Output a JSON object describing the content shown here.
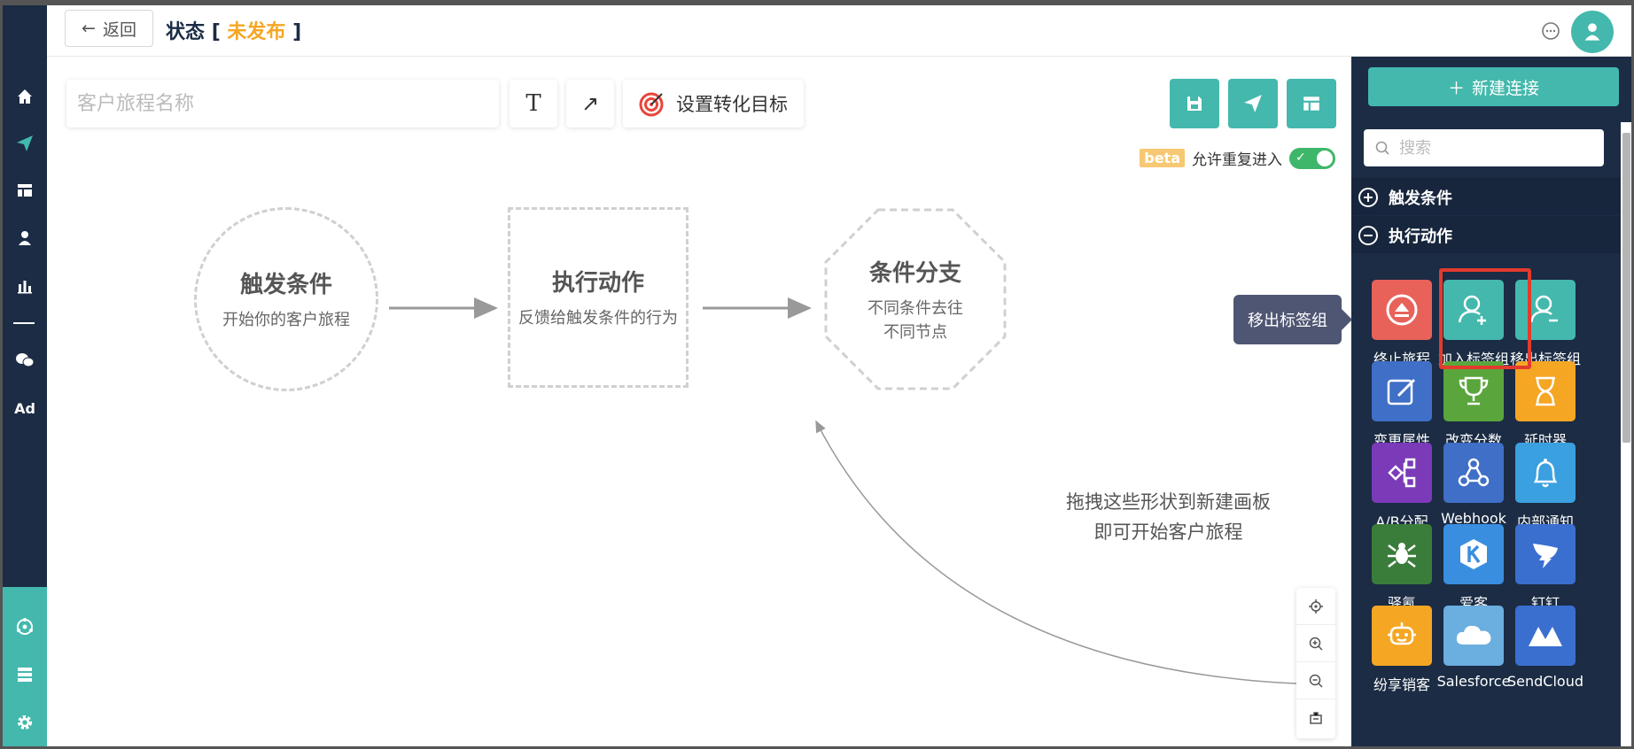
{
  "header": {
    "back_label": "返回",
    "status_label": "状态",
    "bracket_open": "[",
    "status_value": "未发布",
    "bracket_close": "]"
  },
  "sidebar": {
    "icons": [
      "home-icon",
      "send-icon",
      "layout-icon",
      "user-icon",
      "bar-chart-icon",
      "wechat-icon",
      "ad-icon",
      "network-icon",
      "server-icon",
      "gear-icon"
    ],
    "ad_label": "Ad"
  },
  "toolbar": {
    "name_placeholder": "客户旅程名称",
    "text_tool": "T",
    "arrow_tool": "↗",
    "goal_label": "设置转化目标",
    "beta": "beta",
    "repeat_label": "允许重复进入",
    "repeat_enabled": true
  },
  "canvas": {
    "trigger_title": "触发条件",
    "trigger_sub": "开始你的客户旅程",
    "action_title": "执行动作",
    "action_sub": "反馈给触发条件的行为",
    "branch_title": "条件分支",
    "branch_sub1": "不同条件去往",
    "branch_sub2": "不同节点",
    "hint_line1": "拖拽这些形状到新建画板",
    "hint_line2": "即可开始客户旅程"
  },
  "panel": {
    "new_connection": "新建连接",
    "search_placeholder": "搜索",
    "cat_trigger": "触发条件",
    "cat_action": "执行动作",
    "tooltip": "移出标签组",
    "tiles": [
      {
        "label": "终止旅程",
        "color": "#e8625a",
        "icon": "eject-icon"
      },
      {
        "label": "加入标签组",
        "color": "#44b8ac",
        "icon": "user-plus-icon"
      },
      {
        "label": "移出标签组",
        "color": "#44b8ac",
        "icon": "user-minus-icon"
      },
      {
        "label": "变更属性",
        "color": "#3f6fc6",
        "icon": "edit-icon"
      },
      {
        "label": "改变分数",
        "color": "#5aa63c",
        "icon": "trophy-icon"
      },
      {
        "label": "延时器",
        "color": "#f5a623",
        "icon": "hourglass-icon"
      },
      {
        "label": "A/B分配",
        "color": "#7b3ab8",
        "icon": "share-nodes-icon"
      },
      {
        "label": "Webhook",
        "color": "#3f6fc6",
        "icon": "webhook-icon"
      },
      {
        "label": "内部通知",
        "color": "#3aa0e0",
        "icon": "bell-icon"
      },
      {
        "label": "驿氪",
        "color": "#3a7d3a",
        "icon": "spider-icon"
      },
      {
        "label": "爱客",
        "color": "#3a8ee0",
        "icon": "k-icon"
      },
      {
        "label": "钉钉",
        "color": "#3a6fd0",
        "icon": "dingtalk-icon"
      },
      {
        "label": "纷享销客",
        "color": "#f5a623",
        "icon": "robot-icon"
      },
      {
        "label": "Salesforce",
        "color": "#6baee0",
        "icon": "cloud-icon"
      },
      {
        "label": "SendCloud",
        "color": "#3a6fd0",
        "icon": "sendcloud-icon"
      }
    ]
  }
}
